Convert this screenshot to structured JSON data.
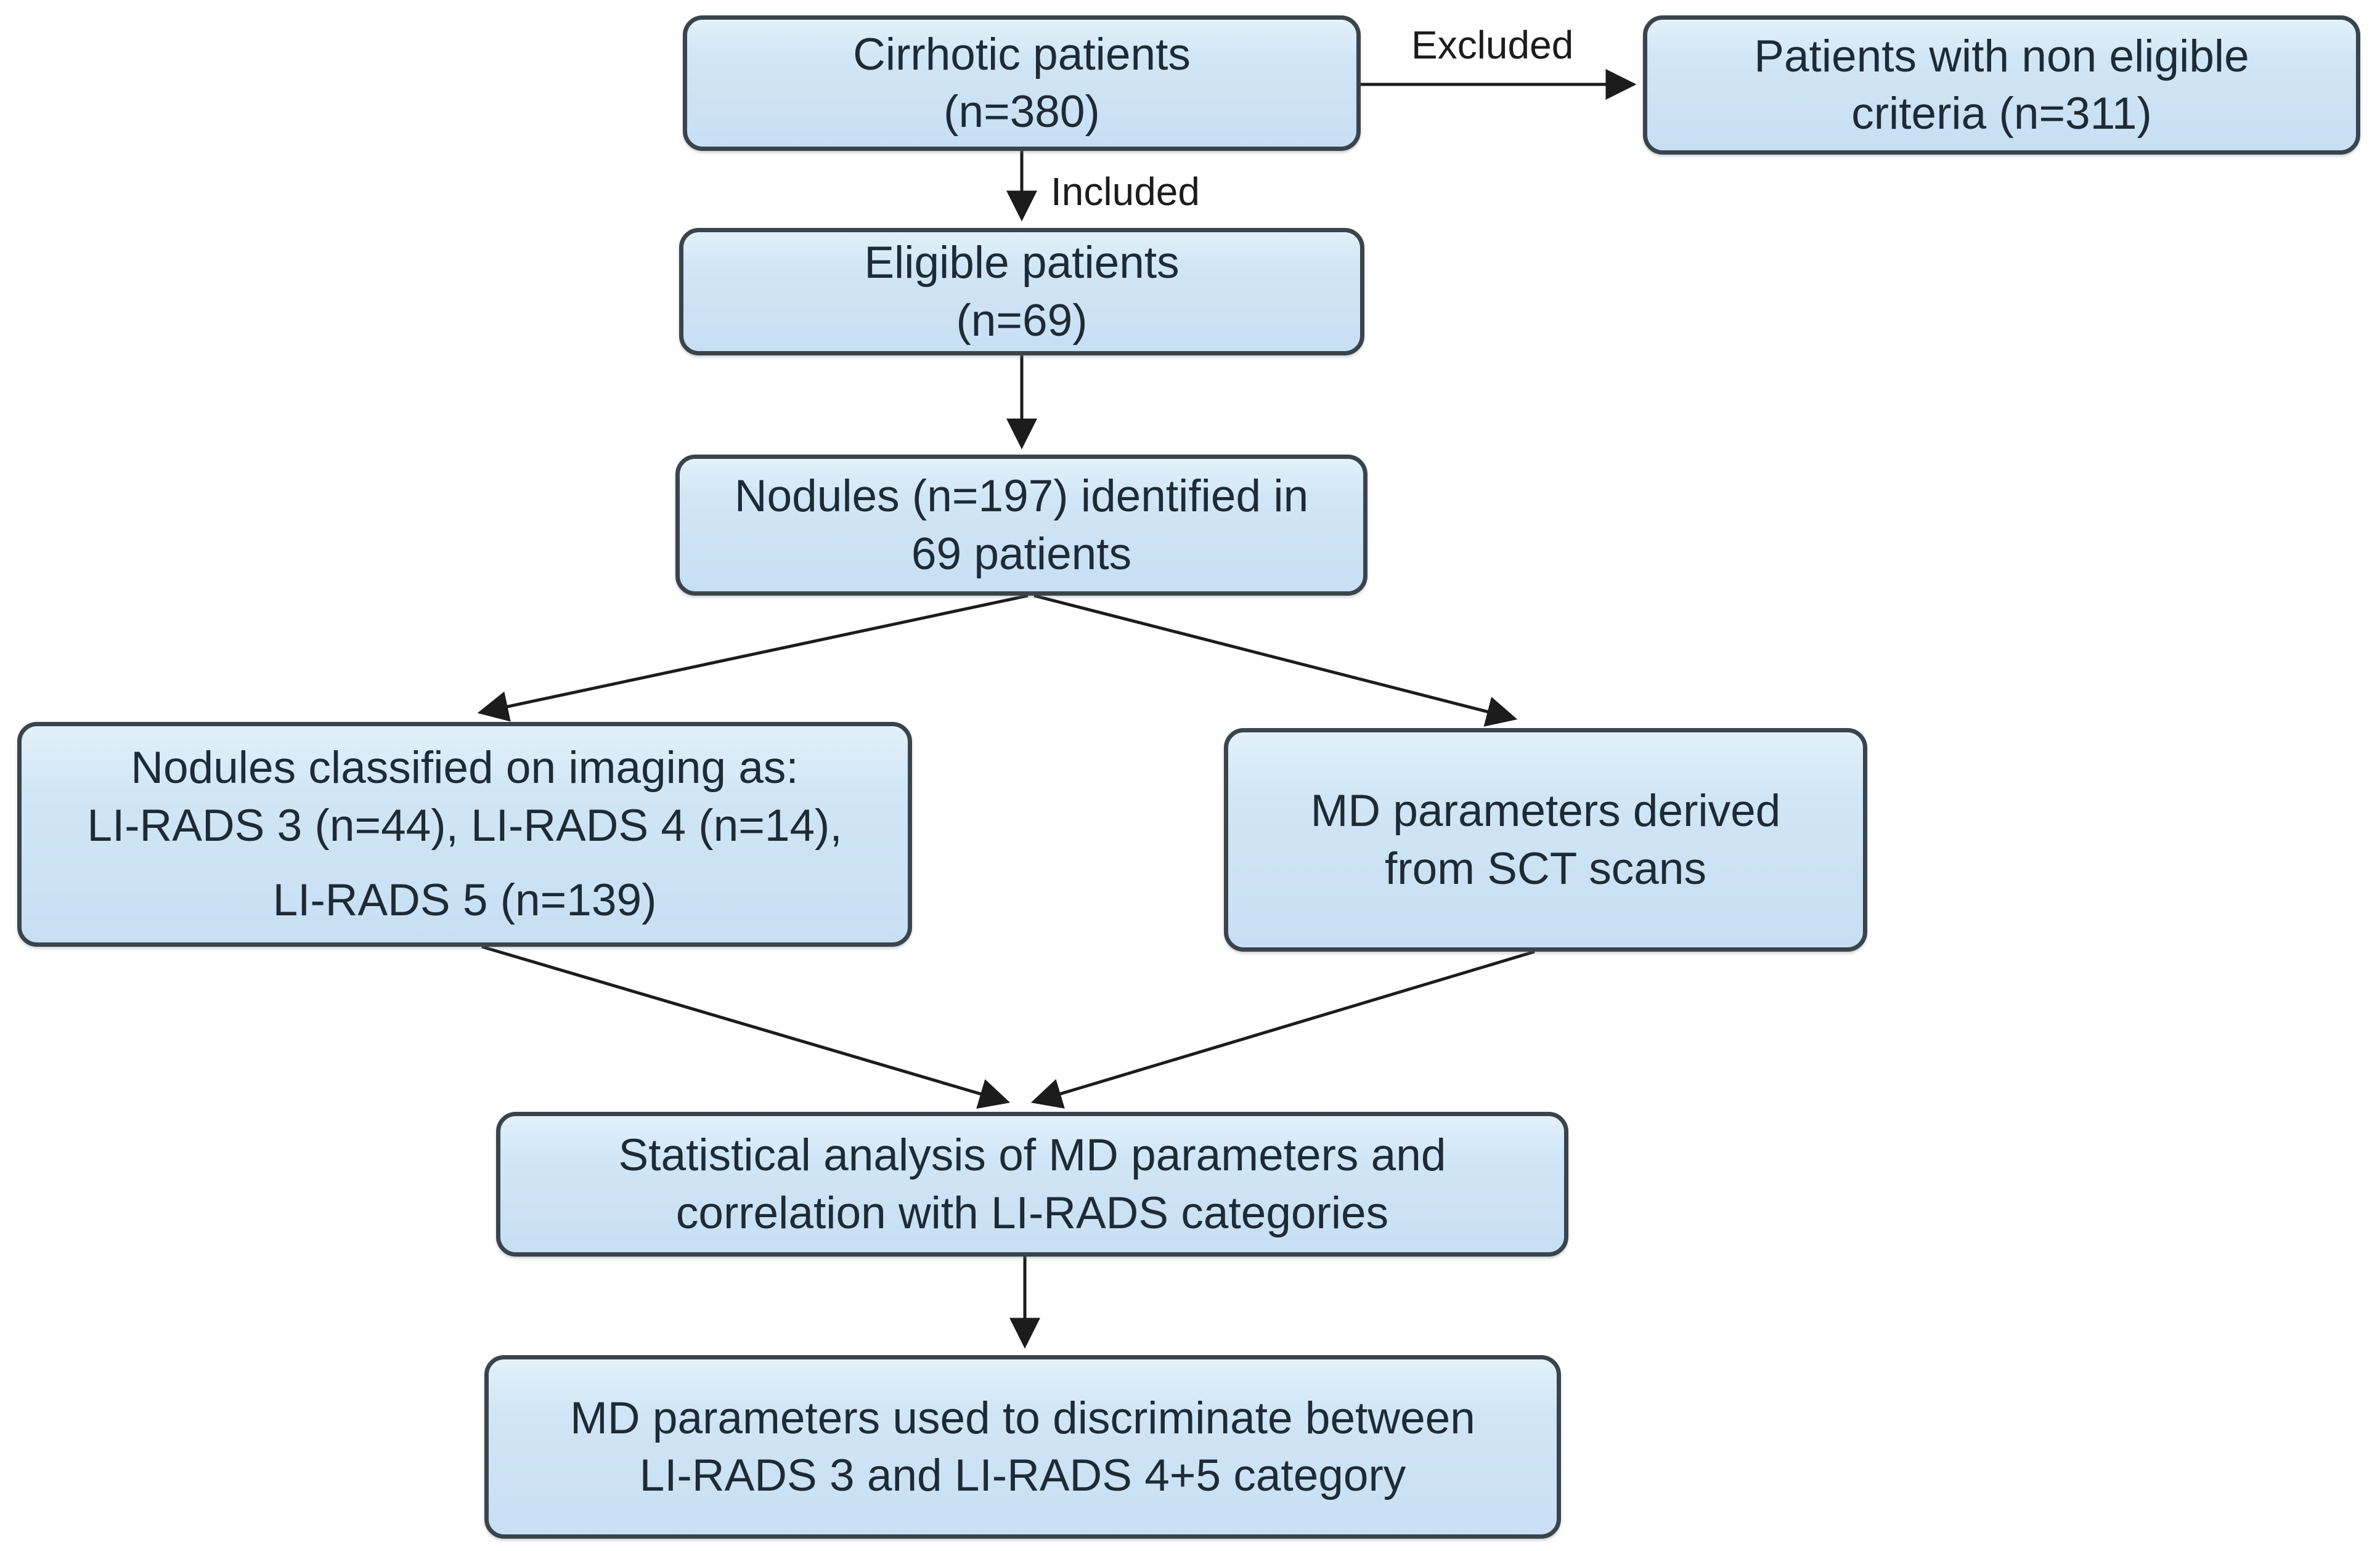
{
  "colors": {
    "background": "#ffffff",
    "node_fill": "#cde4f6",
    "node_fill_top": "#e3f1fa",
    "node_border": "#39444c",
    "node_text": "#1c2b36",
    "arrow": "#1c1c1c",
    "label_text": "#1c1c1c"
  },
  "nodes": {
    "cirrhotic": {
      "lines": [
        "Cirrhotic patients",
        "(n=380)"
      ]
    },
    "non_eligible": {
      "lines": [
        "Patients with non eligible",
        "criteria (n=311)"
      ]
    },
    "eligible": {
      "lines": [
        "Eligible patients",
        "(n=69)"
      ]
    },
    "nodules": {
      "lines": [
        "Nodules (n=197) identified in",
        "69 patients"
      ]
    },
    "lirads": {
      "lines": [
        "Nodules classified on imaging as:",
        "LI-RADS 3 (n=44), LI-RADS 4 (n=14),",
        "LI-RADS 5 (n=139)"
      ]
    },
    "md_parameters": {
      "lines": [
        "MD parameters derived",
        "from SCT scans"
      ]
    },
    "analysis": {
      "lines": [
        "Statistical analysis of MD parameters and",
        "correlation with LI-RADS categories"
      ]
    },
    "discrimination": {
      "lines": [
        "MD parameters used to discriminate between",
        "LI-RADS 3 and LI-RADS 4+5 category"
      ]
    }
  },
  "edge_labels": {
    "excluded": "Excluded",
    "included": "Included"
  }
}
